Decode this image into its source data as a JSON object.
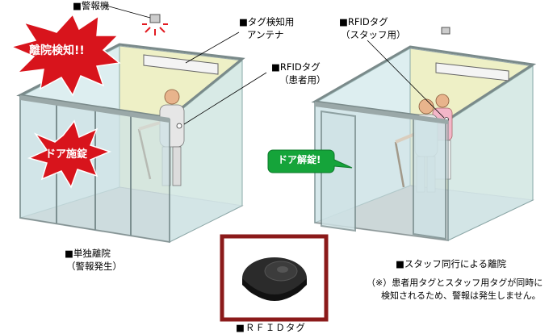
{
  "labels": {
    "alarm": "■警報機",
    "antenna_line1": "■タグ検知用",
    "antenna_line2": "アンテナ",
    "patient_tag_line1": "■RFIDタグ",
    "patient_tag_line2": "（患者用）",
    "staff_tag_line1": "■RFIDタグ",
    "staff_tag_line2": "（スタッフ用）",
    "alone_line1": "■単独離院",
    "alone_line2": "（警報発生）",
    "accompanied": "■スタッフ同行による離院",
    "note_line1": "（※）患者用タグとスタッフ用タグが同時に",
    "note_line2": "検知されるため、警報は発生しません。",
    "rfid_tag": "■ＲＦＩＤタグ"
  },
  "callouts": {
    "escape_detected": "離院検知!!",
    "door_locked": "ドア施錠",
    "door_unlocked": "ドア解錠!"
  },
  "colors": {
    "red_burst": "#d8141c",
    "green_bubble": "#15a43a",
    "frame_border": "#8b1a1a",
    "glass": "#cfe6e8",
    "floor": "#c8c8c8",
    "wall": "#eef0c0"
  }
}
